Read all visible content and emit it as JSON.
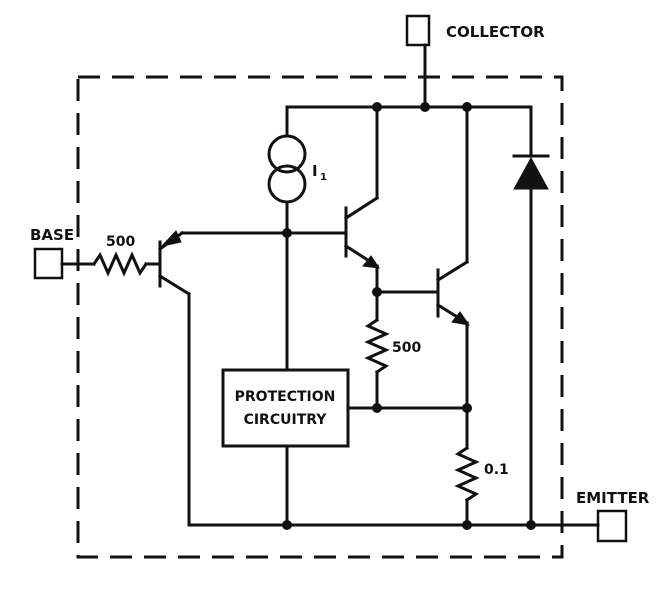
{
  "labels": {
    "collector": "COLLECTOR",
    "base": "BASE",
    "emitter": "EMITTER",
    "base_resistor": "500",
    "current_source": "I",
    "current_source_sub": "1",
    "mid_resistor": "500",
    "sense_resistor": "0.1",
    "protection_line1": "PROTECTION",
    "protection_line2": "CIRCUITRY"
  },
  "colors": {
    "ink": "#111111",
    "background": "#ffffff"
  }
}
